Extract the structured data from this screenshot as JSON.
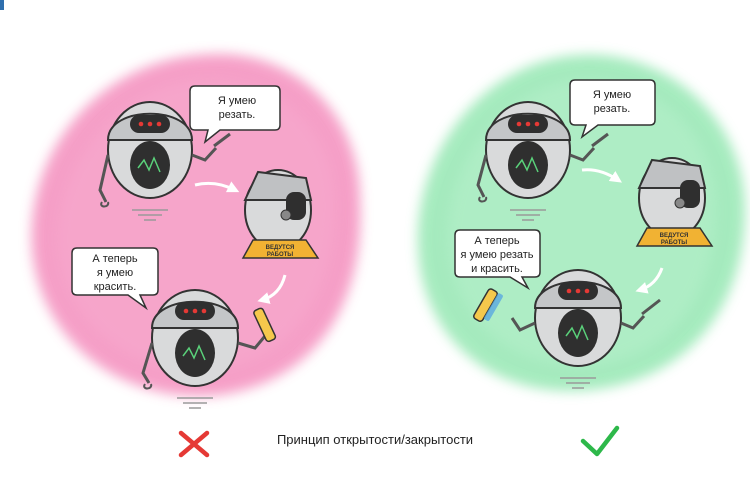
{
  "colors": {
    "bad_blob": "#f48fbe",
    "good_blob": "#8fe6ae",
    "cross": "#e53935",
    "check": "#2db84a",
    "robot_body": "#d9dadb",
    "robot_dark": "#2f2f2f",
    "sign": "#f1b233",
    "accent": "#2f6fae"
  },
  "left_panel": {
    "bubble_top": [
      "Я умею",
      "резать."
    ],
    "bubble_bottom": [
      "А теперь",
      "я умею",
      "красить."
    ],
    "sign_text": [
      "ВЕДУТСЯ",
      "РАБОТЫ"
    ]
  },
  "right_panel": {
    "bubble_top": [
      "Я умею",
      "резать."
    ],
    "bubble_bottom": [
      "А теперь",
      "я умею резать",
      "и красить."
    ],
    "sign_text": [
      "ВЕДУТСЯ",
      "РАБОТЫ"
    ]
  },
  "footer": {
    "caption": "Принцип открытости/закрытости",
    "bad_icon": "cross-icon",
    "good_icon": "check-icon"
  }
}
